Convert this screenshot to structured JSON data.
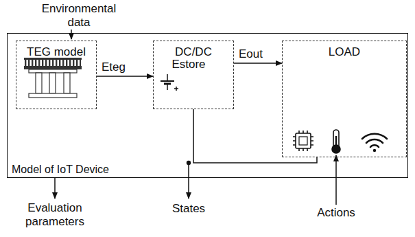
{
  "diagram": {
    "nodes": [
      {
        "text": [
          "Model of IoT Device"
        ]
      },
      {
        "text": [
          "TEG model"
        ],
        "in": 0
      },
      {
        "text": [
          "DC/DC"
        ],
        "in": 0
      },
      {
        "text": [
          "LOAD"
        ],
        "in": 0
      }
    ],
    "edges": [
      {
        "from": 1,
        "to": 2,
        "arrow": "to",
        "label": "Eteg"
      },
      {
        "from": 2,
        "to": 3,
        "arrow": "to",
        "label": "Eout"
      },
      {
        "from": 2,
        "to": 3,
        "arrow": "none"
      }
    ],
    "labels": [
      "Environmental data",
      "Evaluation parameters",
      "States",
      "Actions",
      "Estore"
    ]
  }
}
